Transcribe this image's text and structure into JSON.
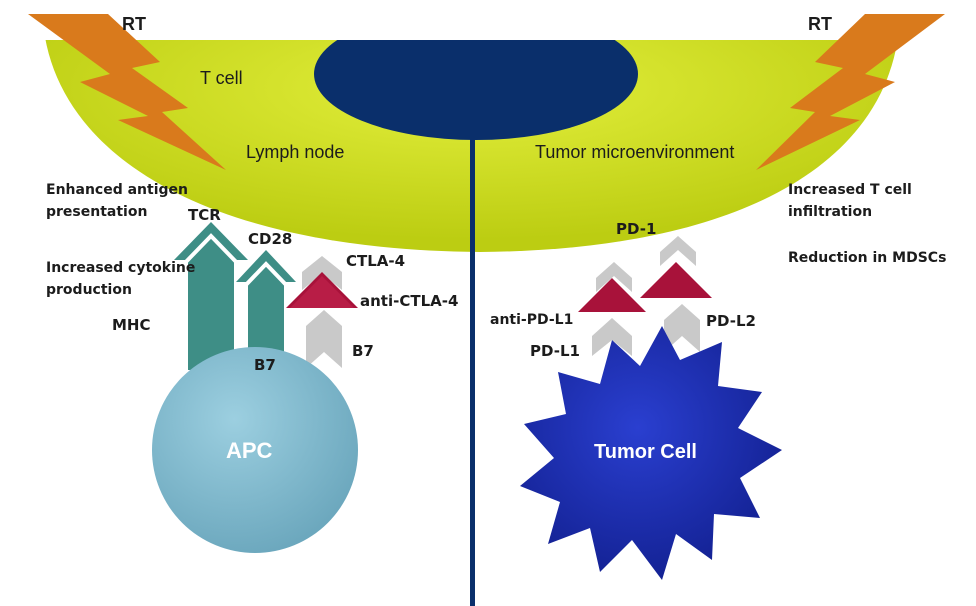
{
  "colors": {
    "cell_body": "#cfe01f",
    "cell_rim": "#b8cc14",
    "nucleus": "#0a2f6b",
    "divider": "#0a2f6b",
    "radiation": "#d97a1c",
    "tcr_arrow": "#3e8e86",
    "apc": "#7fb8cc",
    "tumor": "#1a2aa6",
    "receptor_gray": "#c9c9c9",
    "antibody_red": "#a8123a"
  },
  "labels": {
    "rt_left": "RT",
    "rt_right": "RT",
    "t_cell": "T cell",
    "lymph_node": "Lymph node",
    "tumor_micro": "Tumor microenvironment",
    "enhanced_antigen_1": "Enhanced antigen",
    "enhanced_antigen_2": "presentation",
    "increased_cytokine_1": "Increased cytokine",
    "increased_cytokine_2": "production",
    "mhc": "MHC",
    "tcr": "TCR",
    "cd28": "CD28",
    "ctla4": "CTLA-4",
    "anti_ctla4": "anti-CTLA-4",
    "b7_left": "B7",
    "b7_right": "B7",
    "apc": "APC",
    "increased_t_1": "Increased T cell",
    "increased_t_2": "infiltration",
    "reduction": "Reduction in MDSCs",
    "pd1": "PD-1",
    "anti_pdl1": "anti-PD-L1",
    "pdl1": "PD-L1",
    "pdl2": "PD-L2",
    "tumor_cell": "Tumor Cell"
  },
  "icons": {
    "radiation": "lightning-bolt-icon",
    "receptor": "chevron-arrow-icon"
  }
}
